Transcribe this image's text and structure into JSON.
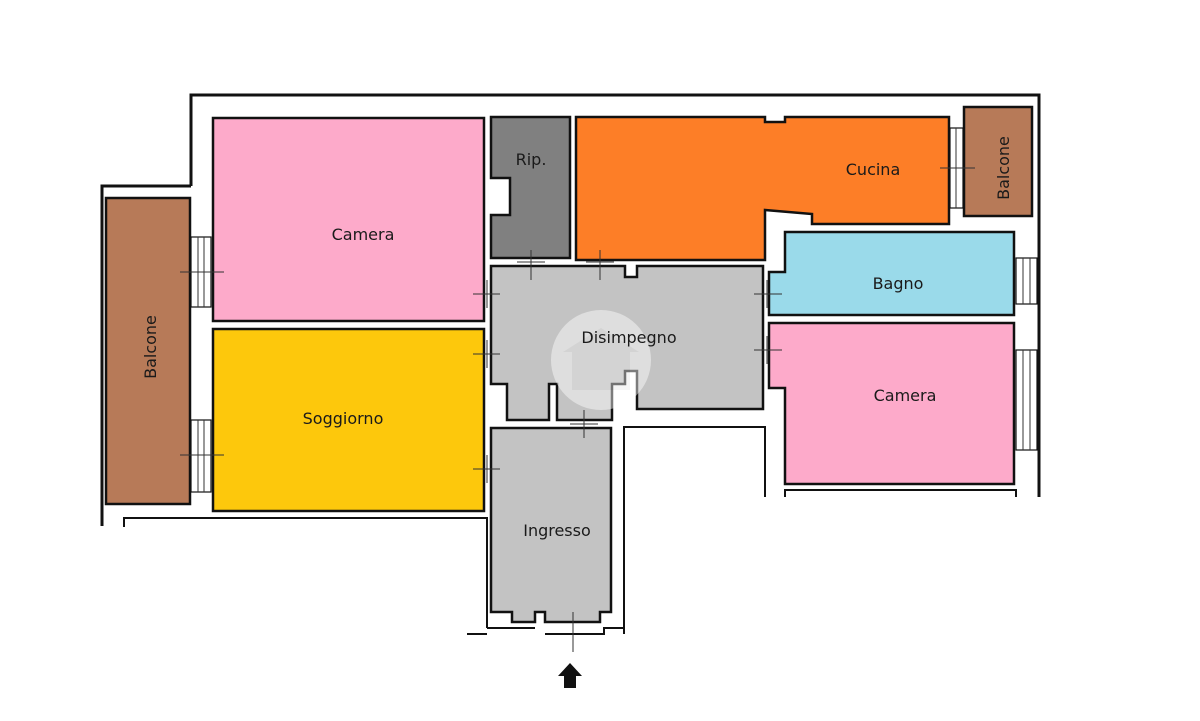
{
  "rooms": {
    "camera_1": {
      "label": "Camera",
      "color": "#FDAACA"
    },
    "soggiorno": {
      "label": "Soggiorno",
      "color": "#FDC80C"
    },
    "balcone_left": {
      "label": "Balcone",
      "color": "#B77A58"
    },
    "ripostiglio": {
      "label": "Rip.",
      "color": "#808080"
    },
    "cucina": {
      "label": "Cucina",
      "color": "#FD7E27"
    },
    "balcone_right": {
      "label": "Balcone",
      "color": "#B77A58"
    },
    "bagno": {
      "label": "Bagno",
      "color": "#9ADAEA"
    },
    "disimpegno": {
      "label": "Disimpegno",
      "color": "#C3C3C3"
    },
    "camera_2": {
      "label": "Camera",
      "color": "#FDAACA"
    },
    "ingresso": {
      "label": "Ingresso",
      "color": "#C3C3C3"
    }
  },
  "entrance_arrow": {
    "icon": "up-arrow-icon"
  },
  "watermark": {
    "icon": "logo-watermark-icon"
  },
  "colors": {
    "wall": "#111111",
    "background": "#ffffff"
  }
}
